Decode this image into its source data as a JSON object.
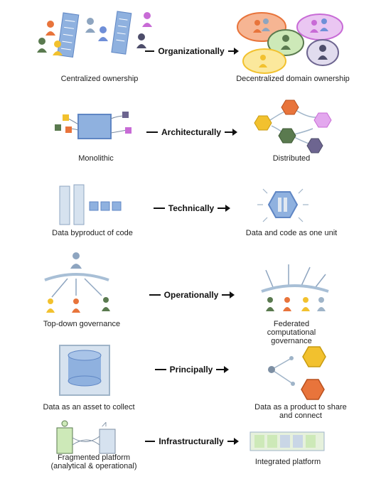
{
  "shifts": [
    {
      "left_label": "Centralized ownership",
      "shift_label": "Organizationally",
      "right_label": "Decentralized domain ownership"
    },
    {
      "left_label": "Monolithic",
      "shift_label": "Architecturally",
      "right_label": "Distributed"
    },
    {
      "left_label": "Data byproduct of code",
      "shift_label": "Technically",
      "right_label": "Data and code as one unit"
    },
    {
      "left_label": "Top-down governance",
      "shift_label": "Operationally",
      "right_label": "Federated computational governance"
    },
    {
      "left_label": "Data as an asset to collect",
      "shift_label": "Principally",
      "right_label": "Data as a product to share and connect"
    },
    {
      "left_label": "Fragmented platform (analytical & operational)",
      "shift_label": "Infrastructurally",
      "right_label": "Integrated platform"
    }
  ],
  "colors": {
    "orange": "#e8743b",
    "yellow": "#f2c12e",
    "green": "#5a7a4f",
    "purple": "#c86bd6",
    "blue": "#6f8fd8",
    "slate": "#7d8fa3",
    "hex_green": "#cde9b8"
  }
}
